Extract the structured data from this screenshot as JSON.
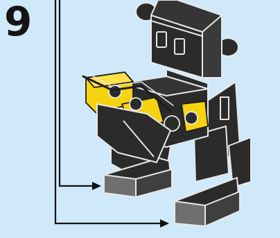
{
  "step": {
    "number": "9"
  },
  "colors": {
    "background": "#cfe9fb",
    "brick_dark": "#2b2b2b",
    "brick_edge": "#e8e8e8",
    "brick_yellow": "#f5d311",
    "brick_gray": "#6f6f6f",
    "arrow": "#111111"
  },
  "illustration": {
    "subject": "black-robot-model",
    "callout": "two-arrows-to-feet"
  }
}
